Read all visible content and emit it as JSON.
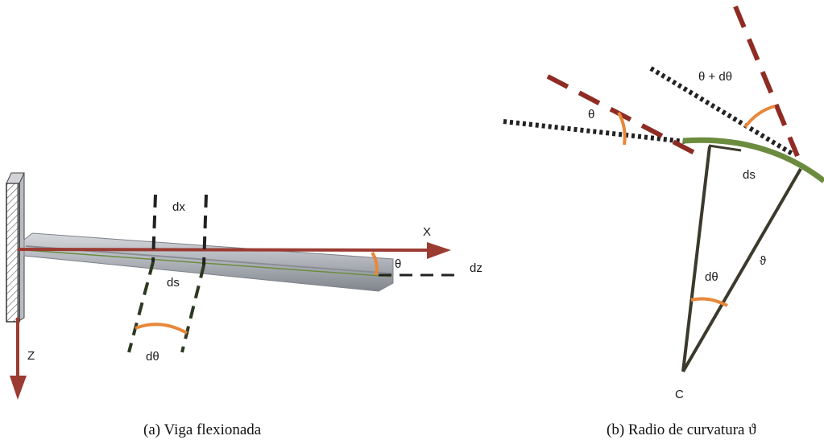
{
  "panel_a": {
    "caption": "(a) Viga flexionada",
    "labels": {
      "dx": "dx",
      "ds": "ds",
      "dtheta": "dθ",
      "x_axis": "X",
      "z_axis": "Z",
      "theta": "θ",
      "dz": "dz"
    }
  },
  "panel_b": {
    "caption": "(b) Radio de curvatura ϑ",
    "labels": {
      "theta": "θ",
      "theta_plus_dtheta": "θ + dθ",
      "ds": "ds",
      "dtheta": "dθ",
      "radius": "ϑ",
      "center": "C"
    }
  },
  "colors": {
    "arrow_red": "#9b3b32",
    "dashed_red": "#8e2c24",
    "orange": "#e8873a",
    "green": "#6b8c3e",
    "dark_olive": "#3c3a2c",
    "beam_gray": "#a9adb3"
  }
}
